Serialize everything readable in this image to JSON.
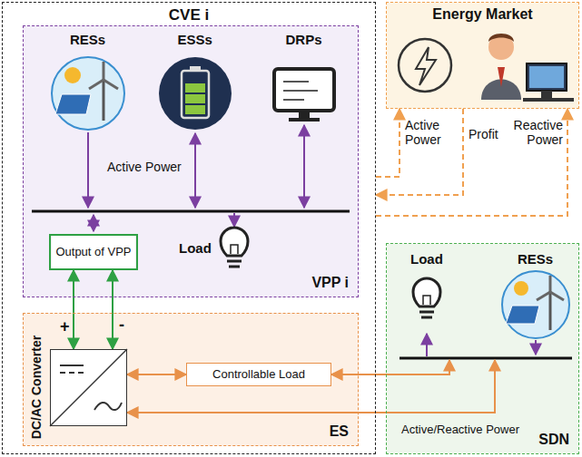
{
  "diagram": {
    "nodes": [
      {
        "text": [
          "CVE i"
        ]
      },
      {
        "text": [
          "VPP i"
        ],
        "in": 0
      },
      {
        "text": [
          "RESs"
        ],
        "in": 1
      },
      {
        "text": [
          "ESSs"
        ],
        "in": 1
      },
      {
        "text": [
          "DRPs"
        ],
        "in": 1
      },
      {
        "text": [
          "Output of VPP"
        ],
        "in": 1
      },
      {
        "text": [
          "Load"
        ],
        "in": 1
      },
      {
        "text": [
          "ES"
        ],
        "in": 0
      },
      {
        "text": [
          "DC/AC Converter"
        ],
        "in": 7
      },
      {
        "text": [
          "Controllable Load"
        ],
        "in": 7
      },
      {
        "text": [
          "Energy Market"
        ]
      },
      {
        "text": [
          "SDN"
        ]
      },
      {
        "text": [
          "Load"
        ],
        "in": 11
      },
      {
        "text": [
          "RESs"
        ],
        "in": 11
      }
    ],
    "edges": [
      {
        "from": 5,
        "to": 8,
        "arrow": "both"
      },
      {
        "from": 5,
        "to": 8,
        "arrow": "both"
      },
      {
        "from": 8,
        "to": 9,
        "arrow": "both"
      },
      {
        "from": 9,
        "to": 11,
        "arrow": "both"
      },
      {
        "from": 8,
        "to": 11,
        "arrow": "both"
      },
      {
        "from": 0,
        "to": 10,
        "label": "Active Power",
        "arrow": "to"
      },
      {
        "from": 10,
        "to": 0,
        "label": "Profit",
        "arrow": "to"
      },
      {
        "from": 0,
        "to": 10,
        "label": "Reactive Power",
        "arrow": "to"
      }
    ],
    "labels": [
      "Active Power",
      "Active/Reactive Power",
      "+",
      "-"
    ]
  }
}
